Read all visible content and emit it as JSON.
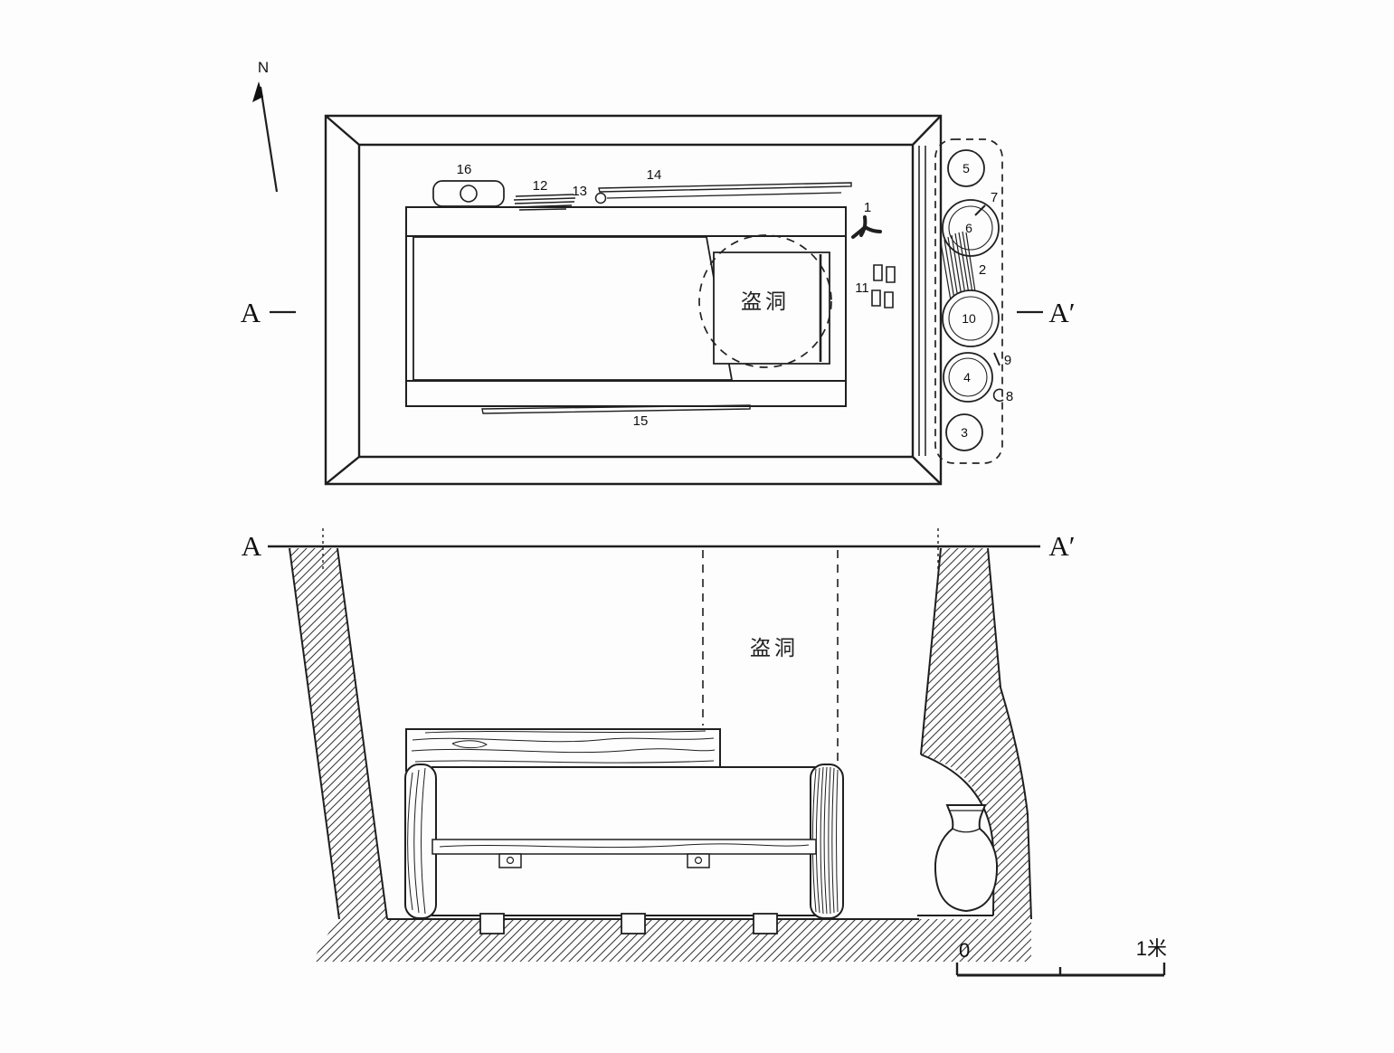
{
  "compass": {
    "label": "N"
  },
  "plan": {
    "section_label_left": "A",
    "section_label_right": "A′",
    "robber_hole": "盗洞",
    "artifacts": {
      "a1": "1",
      "a2": "2",
      "a3": "3",
      "a4": "4",
      "a5": "5",
      "a6": "6",
      "a7": "7",
      "a8": "8",
      "a9": "9",
      "a10": "10",
      "a11": "11",
      "a12": "12",
      "a13": "13",
      "a14": "14",
      "a15": "15",
      "a16": "16"
    }
  },
  "section": {
    "section_label_left": "A",
    "section_label_right": "A′",
    "robber_hole": "盗洞"
  },
  "scale": {
    "zero": "0",
    "one_meter": "1米"
  },
  "colors": {
    "line": "#1f1f1f",
    "background": "#fdfdfd"
  }
}
